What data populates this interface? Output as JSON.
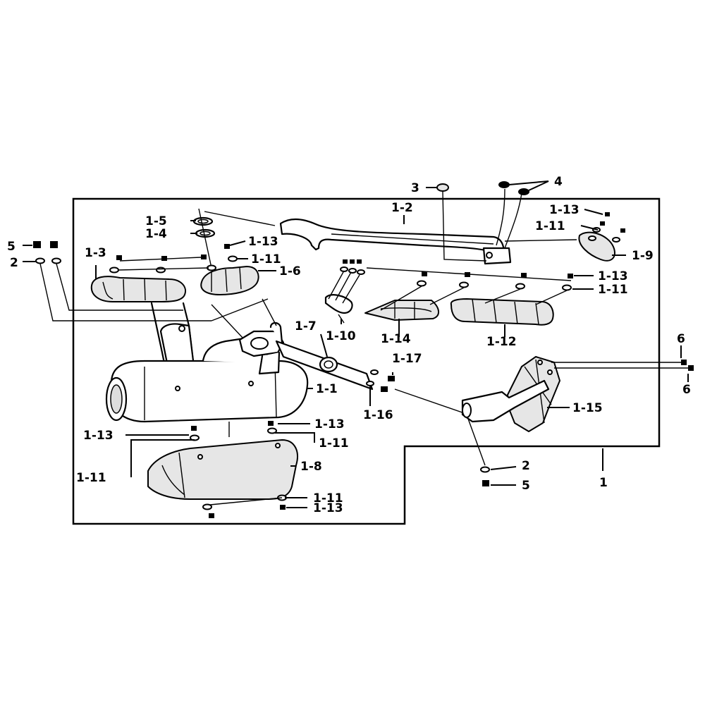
{
  "diagram": {
    "callouts": {
      "c1": "1",
      "c1_1": "1-1",
      "c1_2": "1-2",
      "c1_3": "1-3",
      "c1_4": "1-4",
      "c1_5": "1-5",
      "c1_6": "1-6",
      "c1_7": "1-7",
      "c1_8": "1-8",
      "c1_9": "1-9",
      "c1_10": "1-10",
      "c1_11_a": "1-11",
      "c1_11_b": "1-11",
      "c1_11_c": "1-11",
      "c1_11_d": "1-11",
      "c1_11_e": "1-11",
      "c1_11_f": "1-11",
      "c1_12": "1-12",
      "c1_13_a": "1-13",
      "c1_13_b": "1-13",
      "c1_13_c": "1-13",
      "c1_13_d": "1-13",
      "c1_13_e": "1-13",
      "c1_13_f": "1-13",
      "c1_14": "1-14",
      "c1_15": "1-15",
      "c1_16": "1-16",
      "c1_17": "1-17",
      "c2_a": "2",
      "c2_b": "2",
      "c3": "3",
      "c4": "4",
      "c5_a": "5",
      "c5_b": "5",
      "c6_a": "6",
      "c6_b": "6"
    }
  }
}
